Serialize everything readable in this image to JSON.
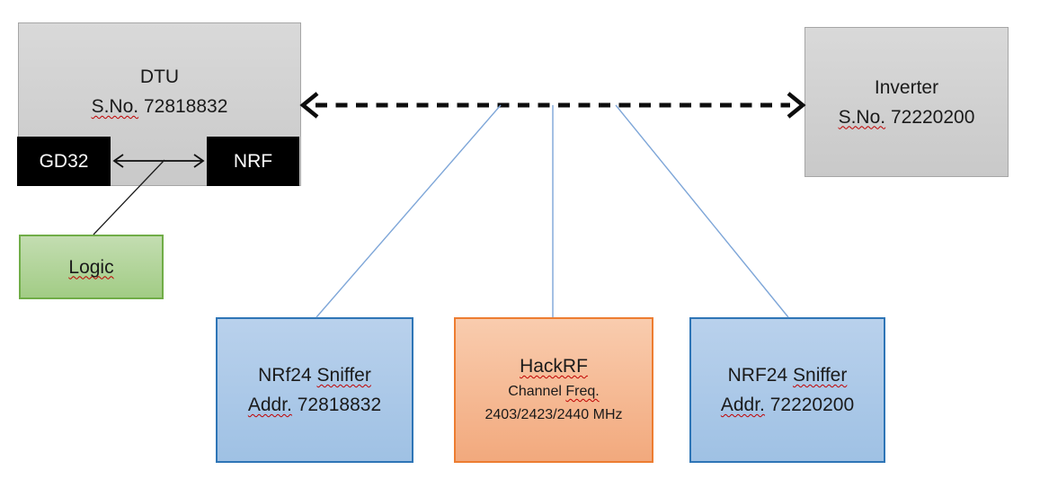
{
  "nodes": {
    "dtu": {
      "title": "DTU",
      "serial_label": "S.No.",
      "serial_number": "72818832"
    },
    "gd32": {
      "label": "GD32"
    },
    "nrf": {
      "label": "NRF"
    },
    "logic": {
      "label": "Logic"
    },
    "inverter": {
      "title": "Inverter",
      "serial_label": "S.No.",
      "serial_number": "72220200"
    },
    "sniffer_left": {
      "brand": "NRf24",
      "type_word": "Sniffer",
      "addr_label": "Addr.",
      "addr_value": "72818832"
    },
    "hackrf": {
      "title": "HackRF",
      "channel_word": "Channel",
      "freq_word": "Freq.",
      "frequencies": "2403/2423/2440 MHz"
    },
    "sniffer_right": {
      "brand": "NRF24",
      "type_word": "Sniffer",
      "addr_label": "Addr.",
      "addr_value": "72220200"
    }
  },
  "colors": {
    "gray_fill": "#d1d1d1",
    "gray_border": "#a6a6a6",
    "black_fill": "#000000",
    "green_fill": "#a9d18e",
    "green_border": "#70ad47",
    "blue_fill": "#a8c6e8",
    "blue_border": "#2e75b6",
    "orange_fill": "#f4b183",
    "orange_border": "#ed7d31",
    "connector_blue": "#7ea6d8",
    "arrow_black": "#0d0d0d",
    "squiggle_red": "#c00000"
  }
}
